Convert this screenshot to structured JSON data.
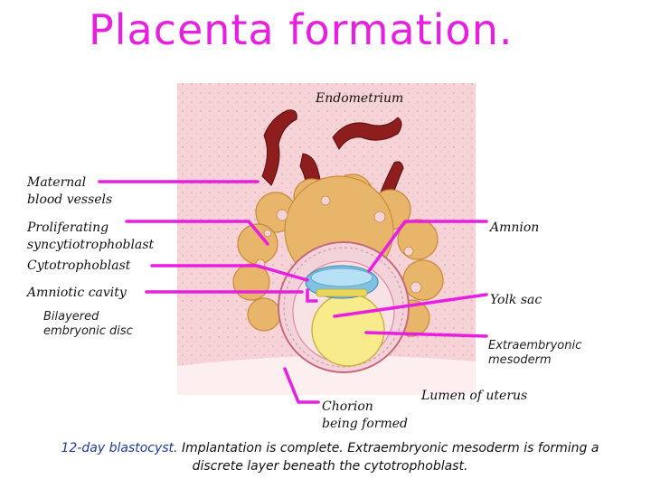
{
  "title": "Placenta formation.",
  "labels": {
    "endometrium": "Endometrium",
    "maternal_blood_vessels_1": "Maternal",
    "maternal_blood_vessels_2": "blood vessels",
    "proliferating_1": "Proliferating",
    "proliferating_2": "syncytiotrophoblast",
    "cytotrophoblast": "Cytotrophoblast",
    "amniotic_cavity": "Amniotic cavity",
    "bilayered_1": "Bilayered",
    "bilayered_2": "embryonic disc",
    "amnion": "Amnion",
    "yolk_sac": "Yolk sac",
    "extraembryonic_1": "Extraembryonic",
    "extraembryonic_2": "mesoderm",
    "lumen_of_uterus": "Lumen of uterus",
    "chorion_1": "Chorion",
    "chorion_2": "being formed"
  },
  "caption": {
    "lead": "12-day blastocyst.",
    "text": " Implantation is complete. Extraembryonic mesoderm is forming a discrete layer beneath the cytotrophoblast."
  },
  "colors": {
    "title": "#e81ee0",
    "leader_lines": "#e81ee0",
    "tissue": "#f6d3d6",
    "vessels": "#8e1d1d",
    "syncytiotrophoblast": "#e8b66a",
    "yolk_sac": "#f7eb8c",
    "amniotic_cavity": "#7ec3e6"
  }
}
